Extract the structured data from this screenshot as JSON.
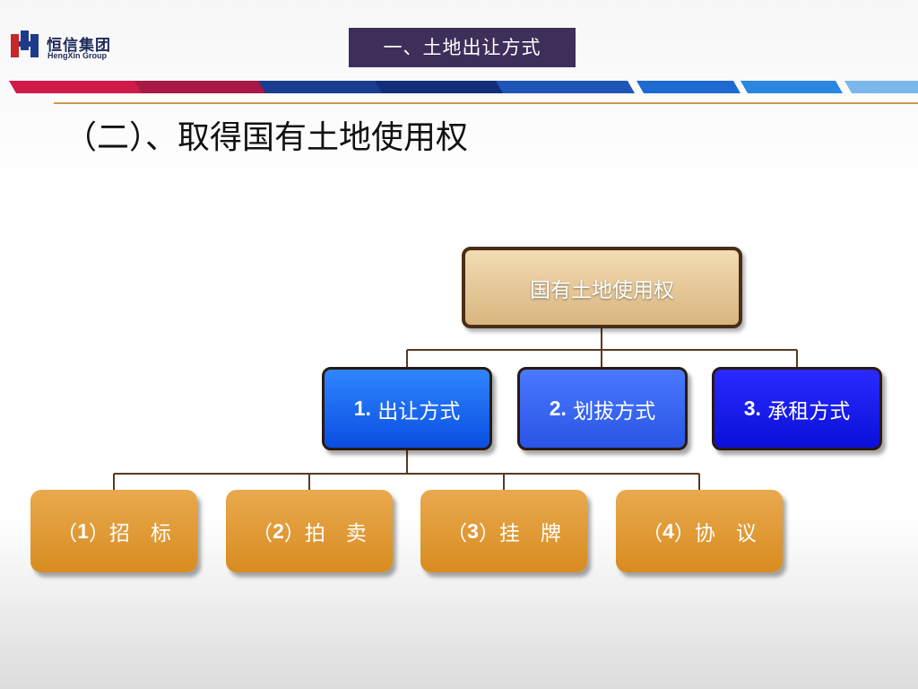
{
  "header": {
    "logo": {
      "cn": "恒信集团",
      "en": "HengXin Group"
    },
    "section_tab": "一、土地出让方式"
  },
  "title": "（二）、取得国有土地使用权",
  "diagram": {
    "root": "国有土地使用权",
    "children": [
      {
        "num": "1.",
        "label": "出让方式"
      },
      {
        "num": "2.",
        "label": "划拔方式"
      },
      {
        "num": "3.",
        "label": "承租方式"
      }
    ],
    "grandchildren": [
      {
        "pre": "（",
        "num": "1",
        "post": "）招　标"
      },
      {
        "pre": "（",
        "num": "2",
        "post": "）拍　卖"
      },
      {
        "pre": "（",
        "num": "3",
        "post": "）挂　牌"
      },
      {
        "pre": "（",
        "num": "4",
        "post": "）协　议"
      }
    ]
  },
  "colors": {
    "section_tab_bg": "#3e2e5a",
    "root_fill": "#e8c895",
    "leaf_fill": "#e09a35",
    "accent_line": "#c99a4a"
  }
}
